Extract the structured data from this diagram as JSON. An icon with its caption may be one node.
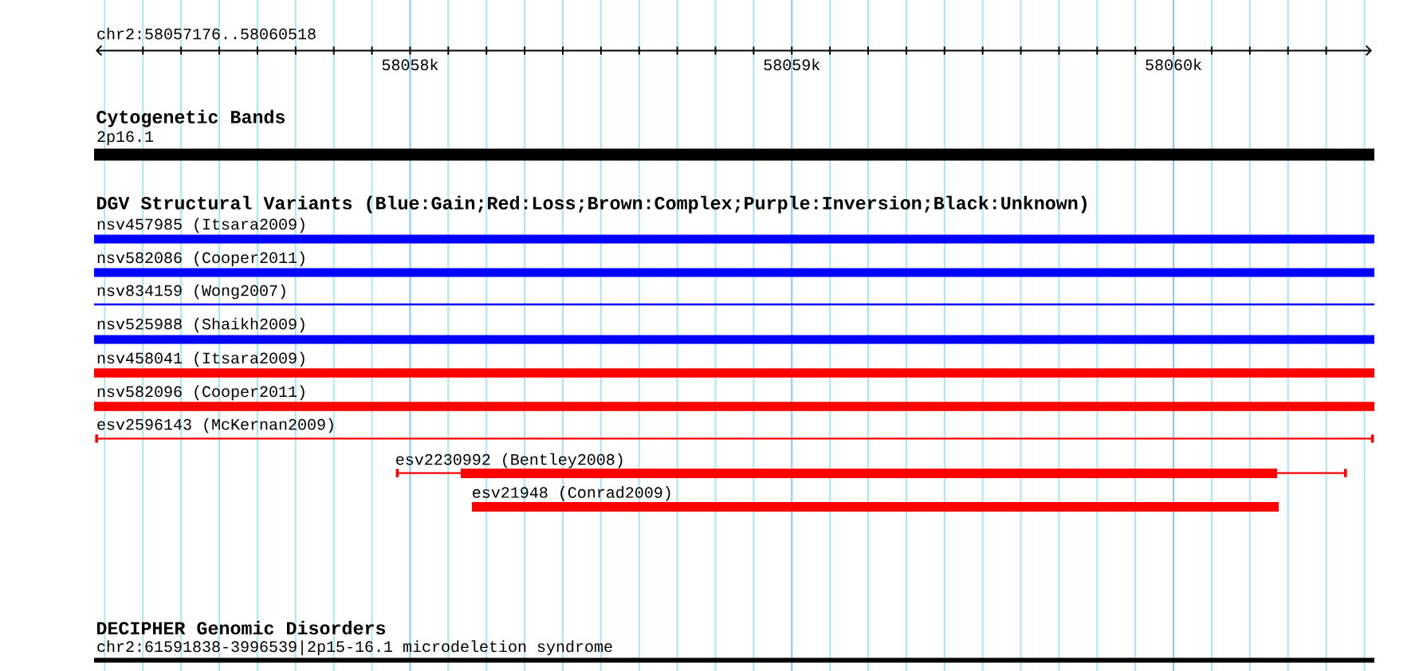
{
  "diagram": {
    "nodes": [
      {
        "text": [
          "2p16.1"
        ]
      },
      {
        "text": [
          "nsv457985 (Itsara2009)"
        ]
      },
      {
        "text": [
          "nsv582086 (Cooper2011)"
        ]
      },
      {
        "text": [
          "nsv834159 (Wong2007)"
        ]
      },
      {
        "text": [
          "nsv525988 (Shaikh2009)"
        ]
      },
      {
        "text": [
          "nsv458041 (Itsara2009)"
        ]
      },
      {
        "text": [
          "nsv582096 (Cooper2011)"
        ]
      },
      {
        "text": [
          "esv2596143 (McKernan2009)"
        ]
      },
      {
        "text": [
          "esv2230992 (Bentley2008)"
        ]
      },
      {
        "text": [
          "esv21948 (Conrad2009)"
        ]
      },
      {
        "text": [
          "chr2:61591838-3996539|2p15-16.1 microdeletion syndrome"
        ]
      }
    ],
    "labels": [
      "chr2:58057176..58060518",
      "58058k",
      "58059k",
      "58060k",
      "Cytogenetic Bands",
      "DGV Structural Variants (Blue:Gain;Red:Loss;Brown:Complex;Purple:Inversion;Black:Unknown)",
      "DECIPHER Genomic Disorders"
    ]
  }
}
